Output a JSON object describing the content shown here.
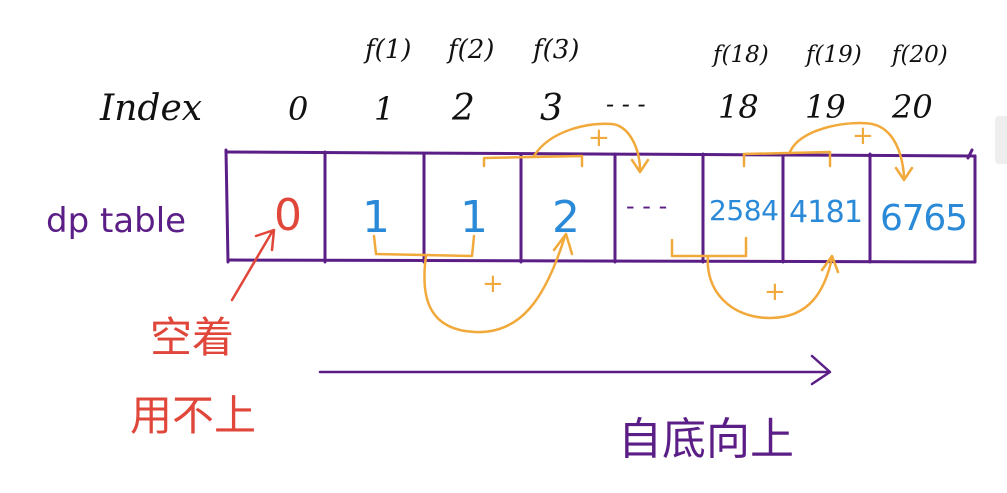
{
  "header": {
    "index_label": "Index",
    "f_labels": [
      "f(1)",
      "f(2)",
      "f(3)",
      "f(18)",
      "f(19)",
      "f(20)"
    ],
    "indices": [
      "0",
      "1",
      "2",
      "3",
      "- - -",
      "18",
      "19",
      "20"
    ]
  },
  "table": {
    "label": "dp table",
    "cells": [
      "0",
      "1",
      "1",
      "2",
      "- - -",
      "2584",
      "4181",
      "6765"
    ]
  },
  "annotations": {
    "plus": "+",
    "unused_line1": "空着",
    "unused_line2": "用不上",
    "bottom_up": "自底向上"
  },
  "colors": {
    "purple": "#5b1e86",
    "blue": "#2b8ad8",
    "orange": "#f2a93b",
    "red": "#e0463a",
    "black": "#111111"
  }
}
